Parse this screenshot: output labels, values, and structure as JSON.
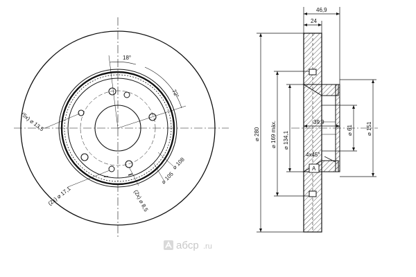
{
  "front_view": {
    "angle_18": "18°",
    "angle_72": "72°",
    "holes_label": "(5x) ⌀ 13,5",
    "d108": "⌀ 108",
    "d105": "⌀ 105",
    "d17": "(2x) ⌀ 17,1",
    "d8": "(2x) ⌀ 8,5"
  },
  "side_view": {
    "w469": "46,9",
    "w24": "24",
    "d280": "⌀ 280",
    "d169": "⌀ 169 máx.",
    "d134": "⌀ 134,1",
    "h399": "39,9",
    "d61": "⌀ 61",
    "d151": "⌀ 151",
    "chamfer": "4x45°",
    "detail_marker": "A"
  },
  "watermark": {
    "brand": "aбcp",
    "tld": ".ru",
    "icon": "abcp-logo-icon"
  }
}
